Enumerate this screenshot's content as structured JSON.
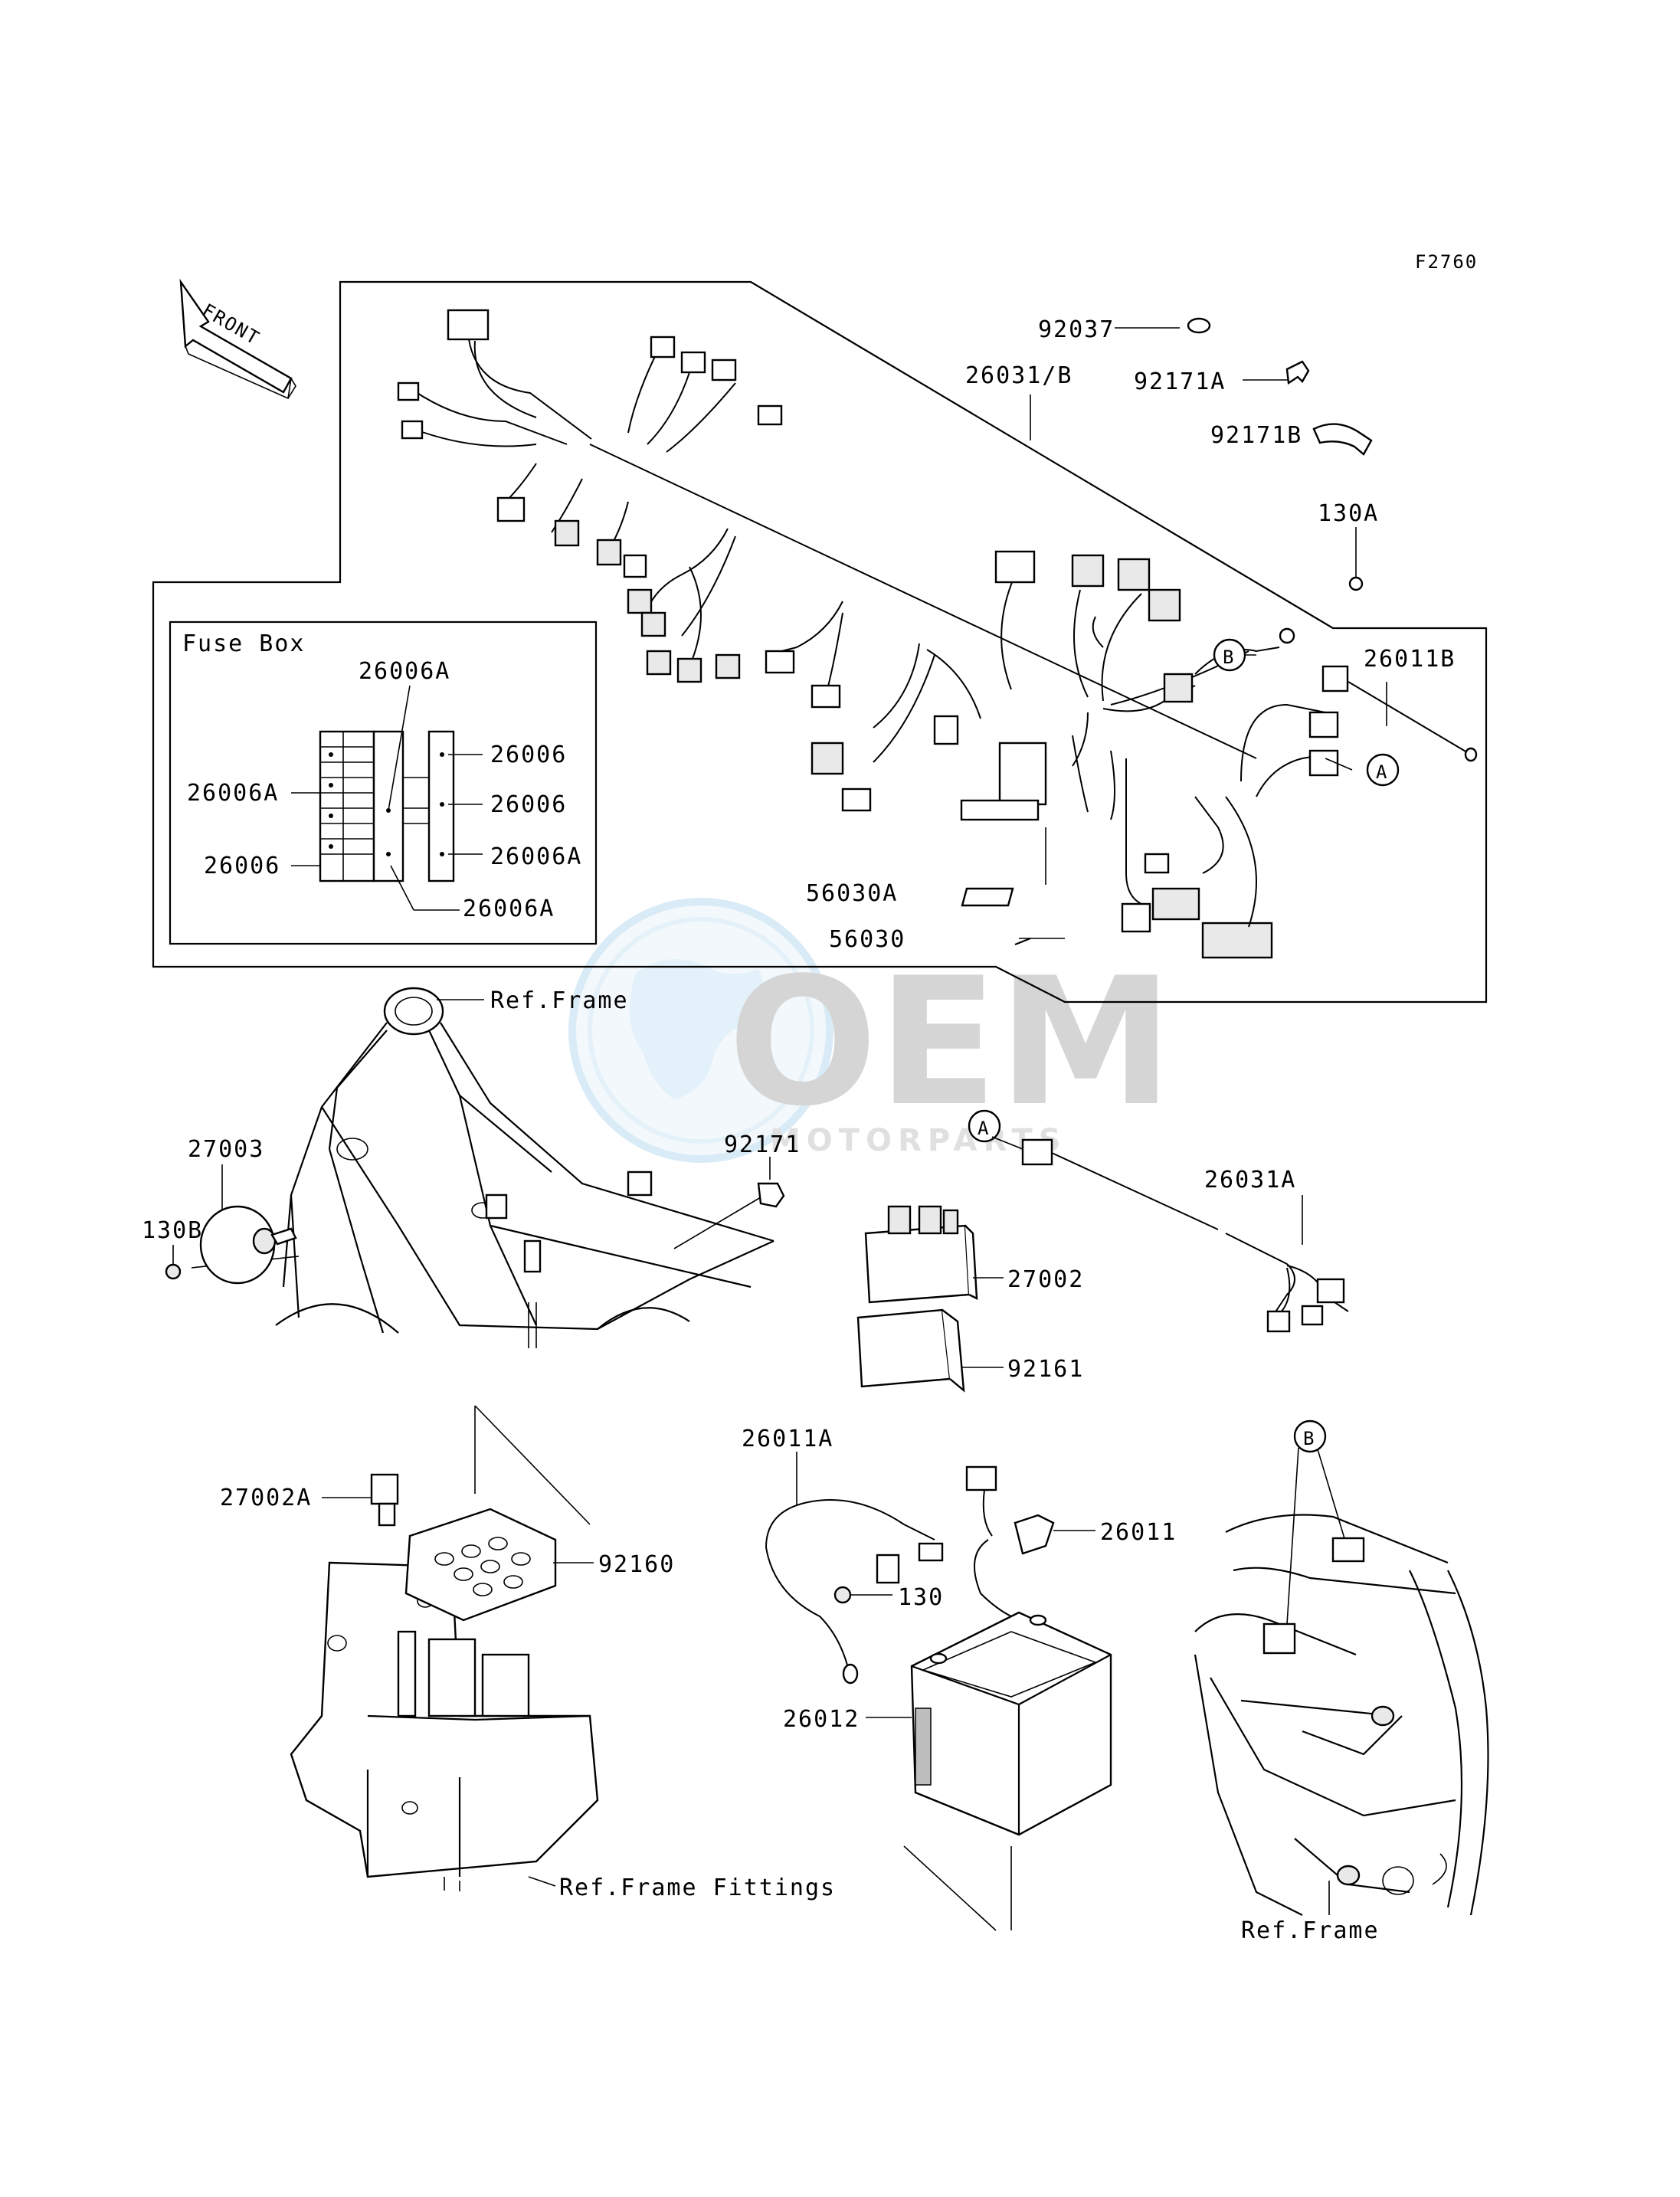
{
  "figure_code": "F2760",
  "front_arrow": "FRONT",
  "fuse_box_title": "Fuse Box",
  "watermark": {
    "big": "OEM",
    "small": "MOTORPARTS"
  },
  "callout_letters": {
    "a": "A",
    "b": "B"
  },
  "parts": {
    "p92037": "92037",
    "p26031b": "26031/B",
    "p92171a": "92171A",
    "p92171b": "92171B",
    "p130a": "130A",
    "p26011b": "26011B",
    "p26006a_top": "26006A",
    "p26006_r1": "26006",
    "p26006a_left": "26006A",
    "p26006_r2": "26006",
    "p26006_left": "26006",
    "p26006a_r3": "26006A",
    "p26006a_bottom": "26006A",
    "p56030a": "56030A",
    "p56030": "56030",
    "ref_frame_1": "Ref.Frame",
    "p92171": "92171",
    "p27003": "27003",
    "p130b": "130B",
    "p26031a": "26031A",
    "p27002": "27002",
    "p92161": "92161",
    "p26011a": "26011A",
    "p26011": "26011",
    "p27002a": "27002A",
    "p92160": "92160",
    "p130": "130",
    "p26012": "26012",
    "ref_frame_fittings": "Ref.Frame Fittings",
    "ref_frame_2": "Ref.Frame"
  }
}
